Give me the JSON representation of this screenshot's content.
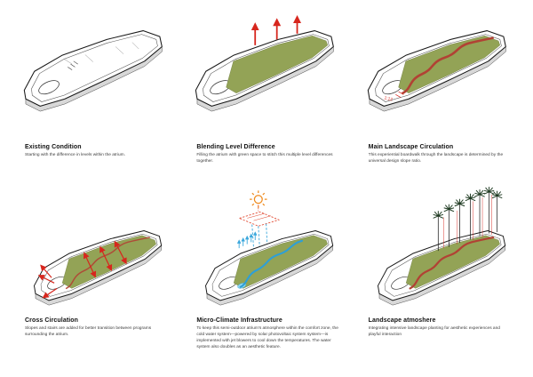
{
  "panels": [
    {
      "id": "existing-condition",
      "title": "Existing Condition",
      "desc": "Starting with the difference in levels within the atrium."
    },
    {
      "id": "blending-level-difference",
      "title": "Blending Level Difference",
      "desc": "Filling the atrium with green space to stitch this multiple level differences together."
    },
    {
      "id": "main-landscape-circulation",
      "title": "Main Landscape Circulation",
      "desc": "This experiential boardwalk through the landscape is determined by the universal design slope ratio.",
      "annotation": "1:12"
    },
    {
      "id": "cross-circulation",
      "title": "Cross Circulation",
      "desc": "Slopes and stairs are added for better transition between programs surrounding the atrium."
    },
    {
      "id": "micro-climate-infrastructure",
      "title": "Micro-Climate Infrastructure",
      "desc": "To keep this semi-outdoor atrium's atmosphere within the comfort zone, the cold water system—powered by solar photovoltaic system system—is implemented with jet blowers to cool down the temperatures. The water system also doubles as an aesthetic feature."
    },
    {
      "id": "landscape-atmosphere",
      "title": "Landscape atmoshere",
      "desc": "Integrating intensive landscape planting for aesthetic experiences and playful interaction"
    }
  ],
  "colors": {
    "landscape_green": "#93a356",
    "arrow_red": "#d7261d",
    "path_red": "#b14234",
    "water_blue": "#3aa7dc",
    "sun_orange": "#ef8b1f",
    "shell_white": "#ffffff",
    "wall_gray": "#d8d8d8"
  }
}
